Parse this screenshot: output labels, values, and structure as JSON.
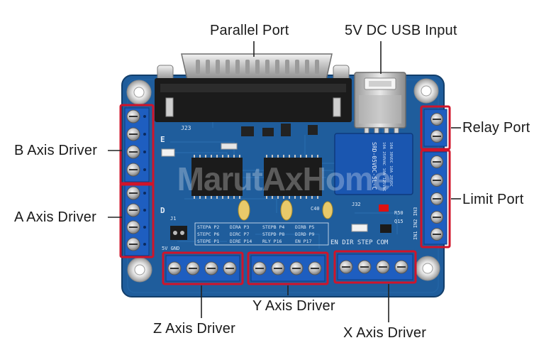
{
  "labels": {
    "parallel_port": "Parallel Port",
    "usb_input": "5V DC USB Input",
    "b_axis": "B Axis Driver",
    "a_axis": "A Axis Driver",
    "relay_port": "Relay Port",
    "limit_port": "Limit Port",
    "z_axis": "Z Axis Driver",
    "y_axis": "Y Axis Driver",
    "x_axis": "X Axis Driver"
  },
  "watermark": "MarutAxHome",
  "silkscreen": {
    "j23": "J23",
    "relay_model": "SRD-05VDC-SL-C",
    "bottom_row": "EN  DIR  STEP  COM",
    "pin_table_1": [
      "STEPA P2",
      "STEPC P6",
      "STEPE P1"
    ],
    "pin_table_2": [
      "DIRA P3",
      "DIRC P7",
      "DIRE P14"
    ],
    "pin_table_3": [
      "STEPB P4",
      "STEPD P8",
      "RLY P16"
    ],
    "pin_table_4": [
      "DIRB P5",
      "DIRD P9",
      "EN P17"
    ],
    "left_letters": [
      "E",
      "D"
    ],
    "gnd": "5V GND",
    "j1": "J1",
    "j32": "J32",
    "c40": "C40",
    "r50": "R50",
    "q15": "Q15",
    "limit_pins": "IN1 IN2 IN3"
  },
  "colors": {
    "pcb": "#1f5d9c",
    "pcb_dark": "#174a80",
    "highlight": "#d0142a",
    "terminal": "#1e5ec0",
    "connector_black": "#1b1b1b",
    "metal": "#c8c8c8",
    "pointer": "#222222"
  }
}
